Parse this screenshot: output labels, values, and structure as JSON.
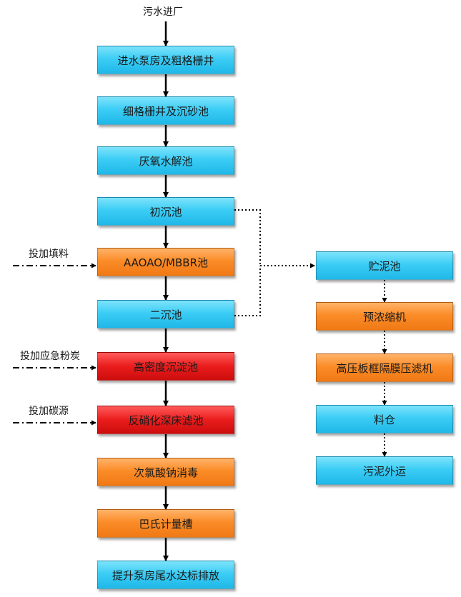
{
  "inlet_label": "污水进厂",
  "main_chain": [
    {
      "text": "进水泵房及粗格栅井",
      "color": "blue"
    },
    {
      "text": "细格栅井及沉砂池",
      "color": "blue"
    },
    {
      "text": "厌氧水解池",
      "color": "blue"
    },
    {
      "text": "初沉池",
      "color": "blue"
    },
    {
      "text": "AAOAO/MBBR池",
      "color": "orange"
    },
    {
      "text": "二沉池",
      "color": "blue"
    },
    {
      "text": "高密度沉淀池",
      "color": "red"
    },
    {
      "text": "反硝化深床滤池",
      "color": "red"
    },
    {
      "text": "次氯酸钠消毒",
      "color": "orange"
    },
    {
      "text": "巴氏计量槽",
      "color": "orange"
    },
    {
      "text": "提升泵房尾水达标排放",
      "color": "blue"
    }
  ],
  "sludge_chain": [
    {
      "text": "贮泥池",
      "color": "blue"
    },
    {
      "text": "预浓缩机",
      "color": "orange"
    },
    {
      "text": "高压板框隔膜压滤机",
      "color": "orange"
    },
    {
      "text": "料仓",
      "color": "blue"
    },
    {
      "text": "污泥外运",
      "color": "blue"
    }
  ],
  "dosing_labels": {
    "filler": "投加填料",
    "carbon_powder": "投加应急粉炭",
    "carbon_source": "投加碳源"
  },
  "colors": {
    "blue": "#2ec4f1",
    "orange": "#fb8c28",
    "red": "#e61e1e",
    "arrow": "#000000"
  }
}
